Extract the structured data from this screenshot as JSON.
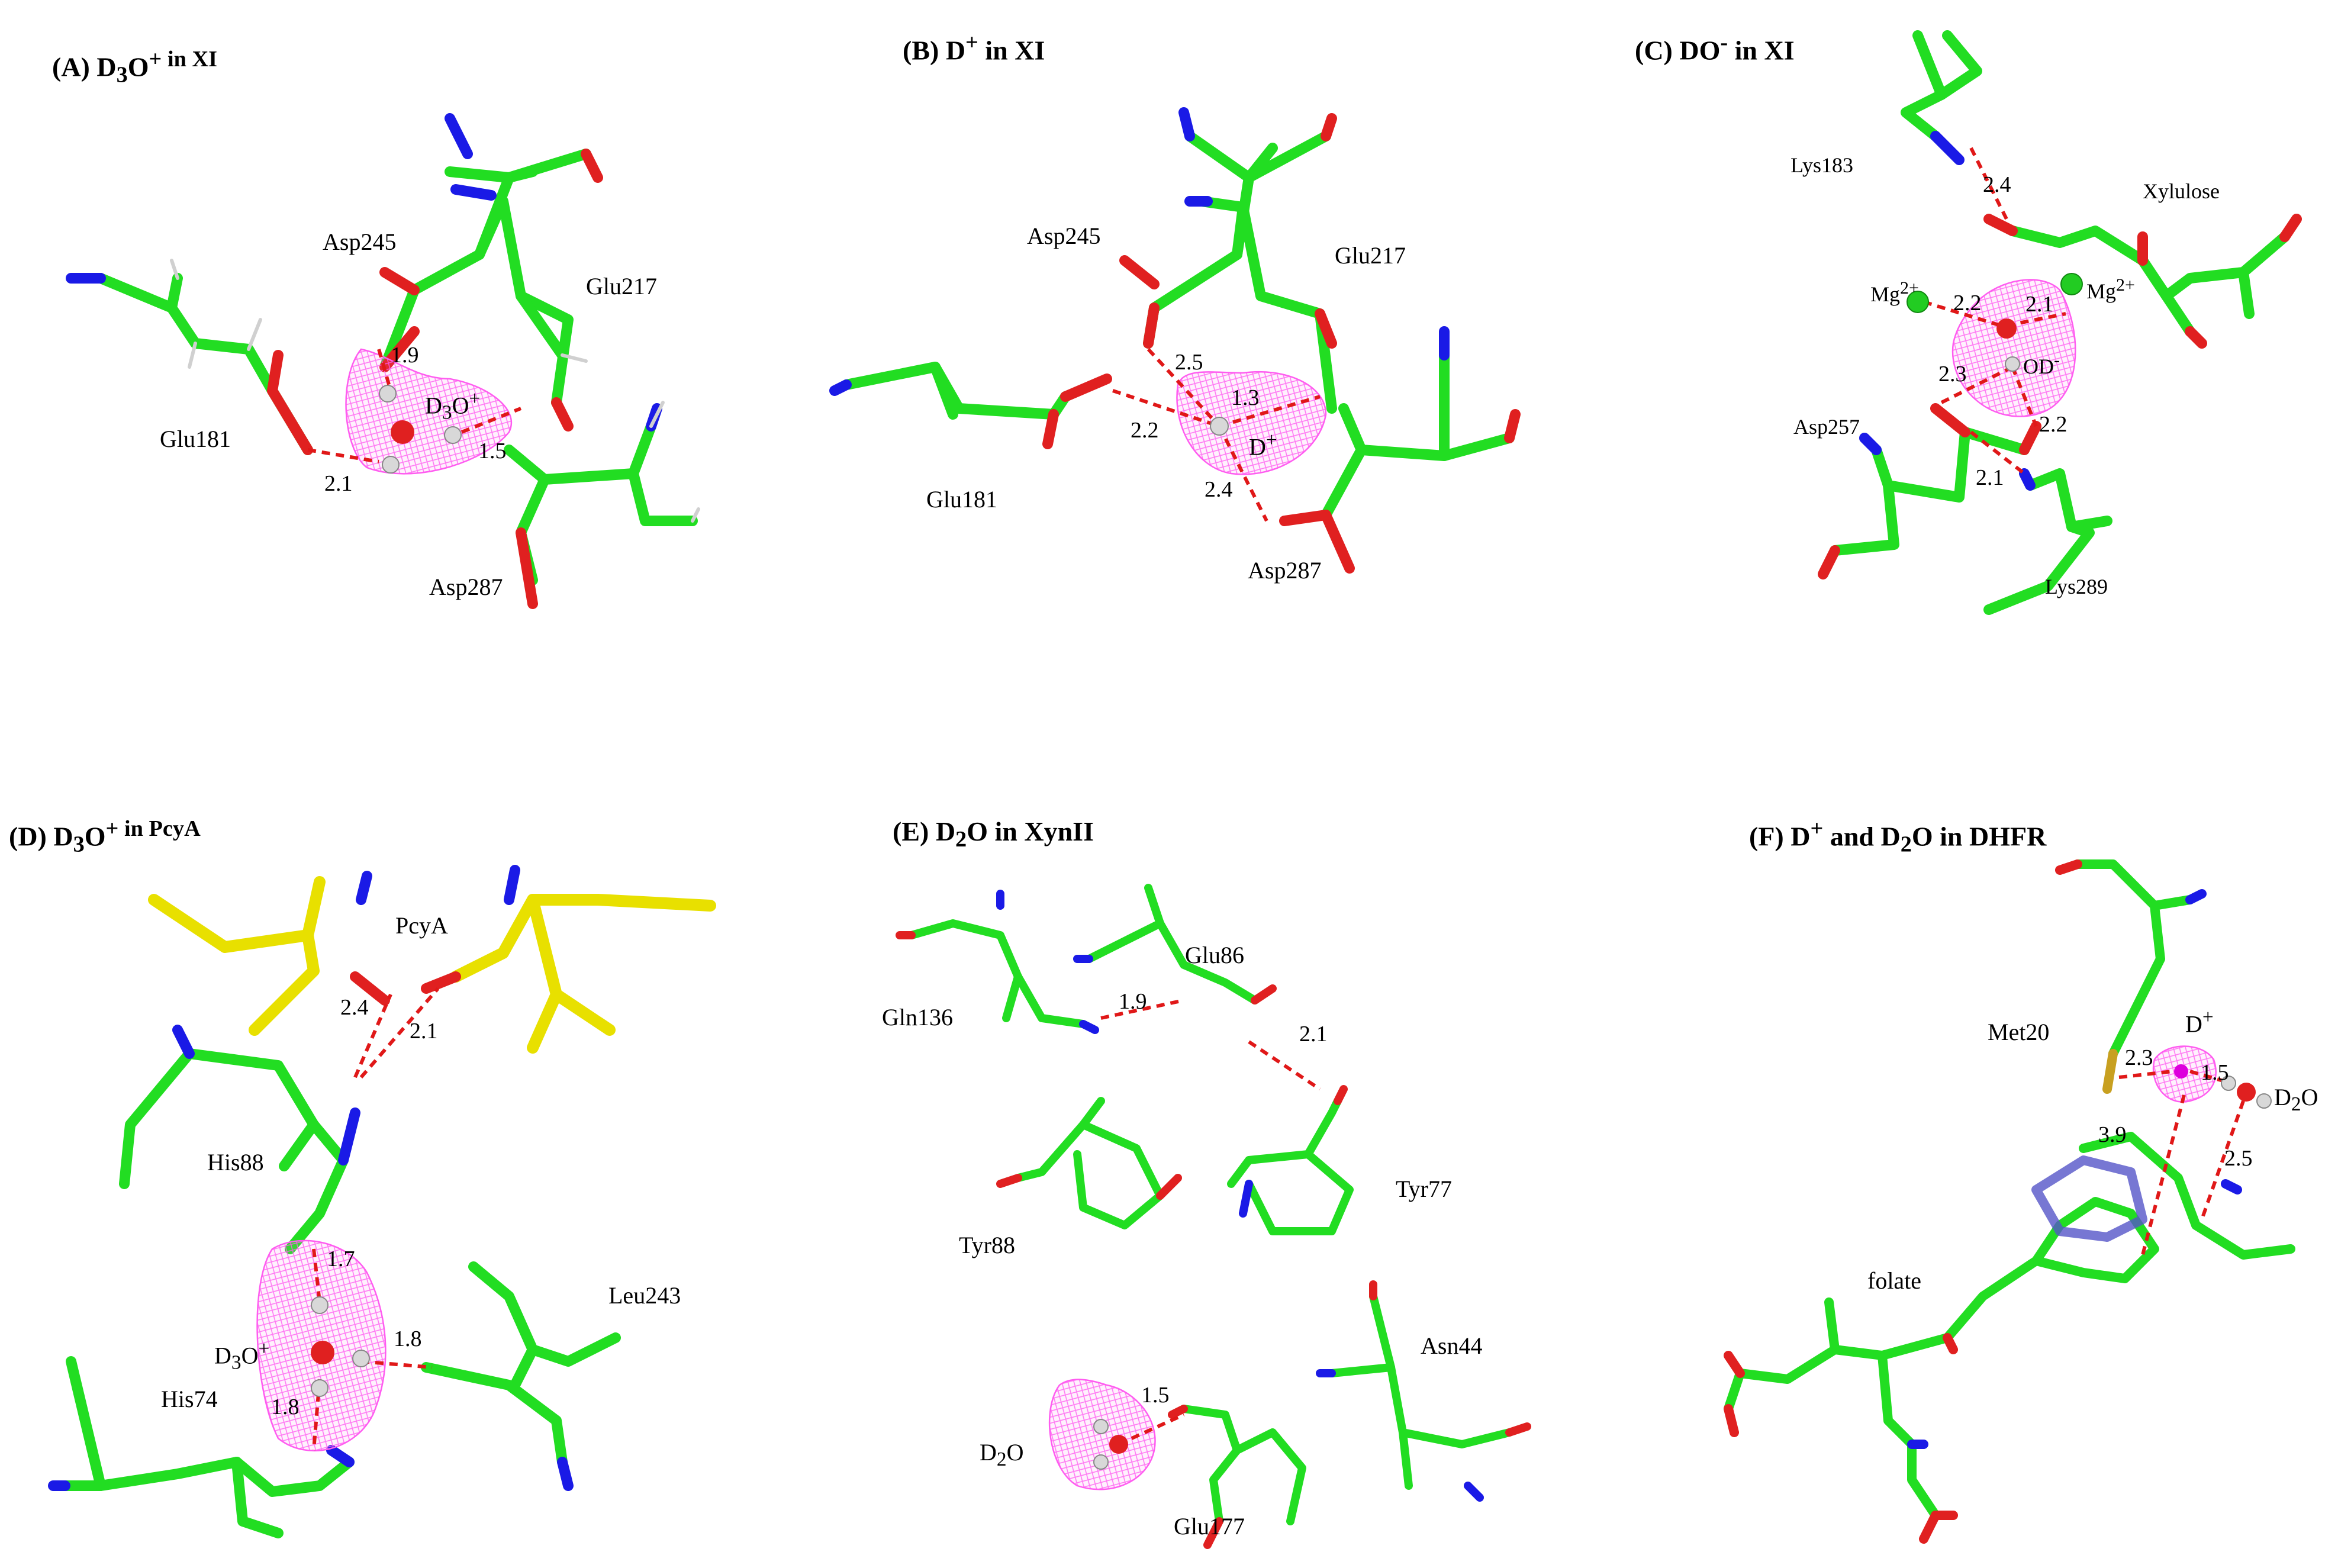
{
  "colors": {
    "carbon": "#22dd22",
    "nitrogen": "#1a1ae6",
    "oxygen": "#e02020",
    "hydrogen": "#d0d0d0",
    "sulfur": "#c8a020",
    "pcya_carbon": "#e8e000",
    "hbond": "#e01818",
    "density": "#ff5cf0",
    "magnesium": "#22cc22"
  },
  "panels": {
    "a": {
      "title_main": "(A) D",
      "title_sub": "3",
      "title_sup": "O",
      "title_rest": "+ in XI",
      "labels": {
        "asp245": "Asp245",
        "glu217": "Glu217",
        "glu181": "Glu181",
        "asp287": "Asp287",
        "ion_d": "D",
        "ion_sub": "3",
        "ion_o": "O",
        "ion_sup": "+"
      },
      "distances": {
        "d1": "1.9",
        "d2": "2.1",
        "d3": "1.5"
      }
    },
    "b": {
      "title_main": "(B) D",
      "title_sup": "+",
      "title_rest": " in XI",
      "labels": {
        "asp245": "Asp245",
        "glu217": "Glu217",
        "glu181": "Glu181",
        "asp287": "Asp287",
        "ion": "D",
        "ion_sup": "+"
      },
      "distances": {
        "d1": "2.5",
        "d2": "1.3",
        "d3": "2.2",
        "d4": "2.4"
      }
    },
    "c": {
      "title_main": "(C) DO",
      "title_sup": "-",
      "title_rest": " in XI",
      "labels": {
        "lys183": "Lys183",
        "xylulose": "Xylulose",
        "mg1": "Mg",
        "mg_sup": "2+",
        "mg2": "Mg",
        "ion": "OD",
        "ion_sup": "-",
        "asp257": "Asp257",
        "lys289": "Lys289"
      },
      "distances": {
        "d1": "2.4",
        "d2": "2.2",
        "d3": "2.1",
        "d4": "2.3",
        "d5": "2.2",
        "d6": "2.1"
      }
    },
    "d": {
      "title_main": "(D) D",
      "title_sub": "3",
      "title_sup": "O",
      "title_rest": "+ in PcyA",
      "labels": {
        "pcya": "PcyA",
        "his88": "His88",
        "leu243": "Leu243",
        "his74": "His74",
        "ion_d": "D",
        "ion_sub": "3",
        "ion_o": "O",
        "ion_sup": "+"
      },
      "distances": {
        "d1": "2.4",
        "d2": "2.1",
        "d3": "1.7",
        "d4": "1.8",
        "d5": "1.8"
      }
    },
    "e": {
      "title_main": "(E) D",
      "title_sub": "2",
      "title_rest": "O in XynII",
      "labels": {
        "gln136": "Gln136",
        "glu86": "Glu86",
        "tyr88": "Tyr88",
        "tyr77": "Tyr77",
        "asn44": "Asn44",
        "glu177": "Glu177",
        "ion_d": "D",
        "ion_sub": "2",
        "ion_o": "O"
      },
      "distances": {
        "d1": "1.9",
        "d2": "2.1",
        "d3": "1.5"
      }
    },
    "f": {
      "title_main": "(F) D",
      "title_sup": "+",
      "title_rest": " and D",
      "title_sub": "2",
      "title_end": "O in DHFR",
      "labels": {
        "met20": "Met20",
        "dplus": "D",
        "dplus_sup": "+",
        "d2o_d": "D",
        "d2o_sub": "2",
        "d2o_o": "O",
        "folate": "folate"
      },
      "distances": {
        "d1": "2.3",
        "d2": "1.5",
        "d3": "3.9",
        "d4": "2.5"
      }
    }
  }
}
